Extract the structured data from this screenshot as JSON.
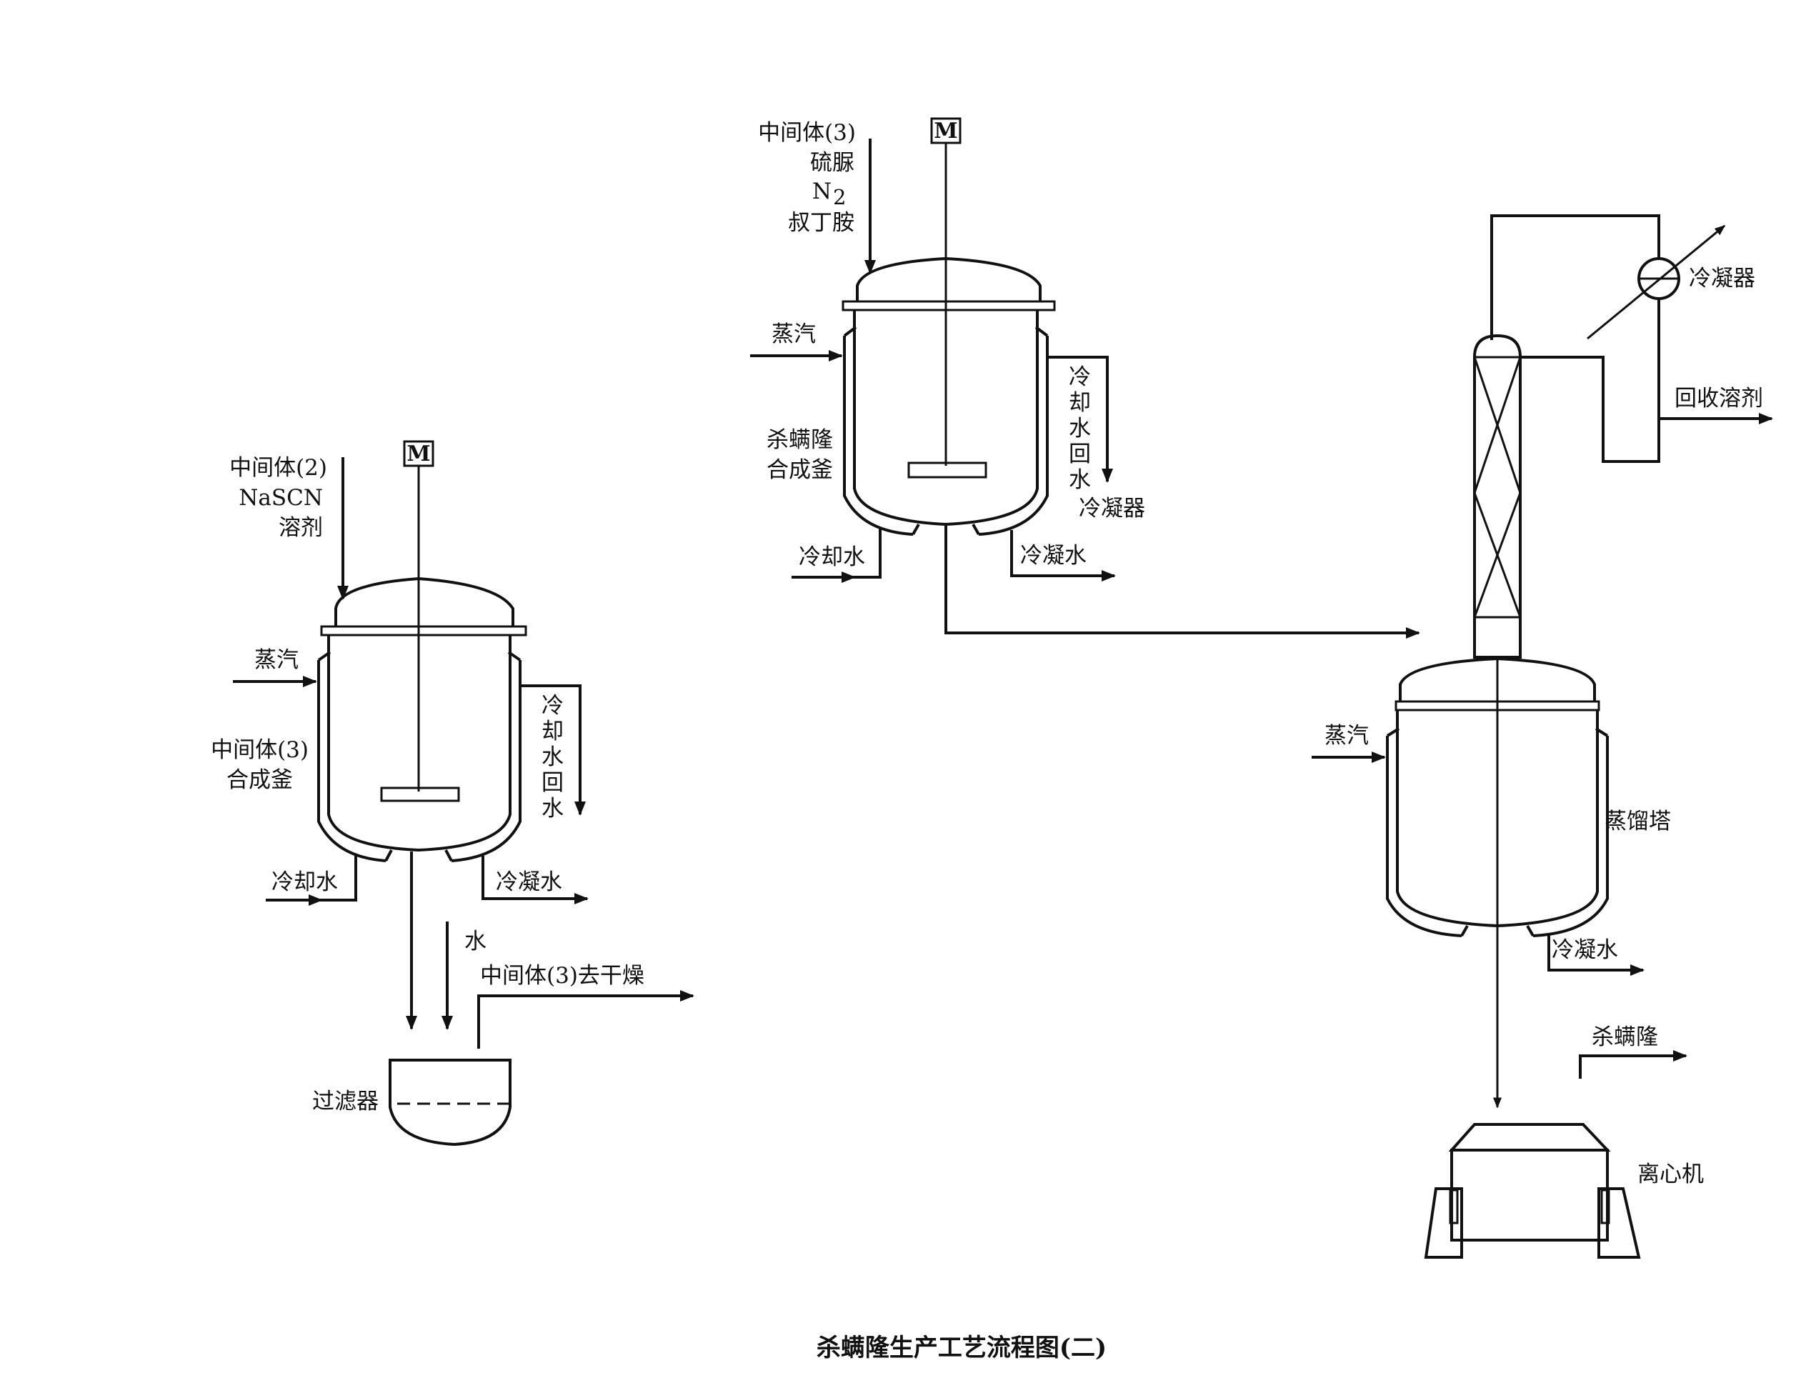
{
  "caption": "杀螨隆生产工艺流程图(二)",
  "motor_symbol": "M",
  "reactor_left": {
    "feed_line1": "中间体(2)",
    "feed_line2": "NaSCN",
    "feed_line3": "溶剂",
    "steam": "蒸汽",
    "name_line1": "中间体(3)",
    "name_line2": "合成釜",
    "cooling_return": [
      "冷",
      "却",
      "水",
      "回",
      "水"
    ],
    "cooling_water": "冷却水",
    "condensate": "冷凝水",
    "water": "水",
    "product_out": "中间体(3)去干燥",
    "filter": "过滤器"
  },
  "reactor_mid": {
    "feed_line1": "中间体(3)",
    "feed_line2": "硫脲",
    "feed_line3_base": "N",
    "feed_line3_sub": "2",
    "feed_line4": "叔丁胺",
    "steam": "蒸汽",
    "name_line1": "杀螨隆",
    "name_line2": "合成釜",
    "cooling_return": [
      "冷",
      "却",
      "水",
      "回",
      "水"
    ],
    "condenser": "冷凝器",
    "cooling_water": "冷却水",
    "condensate": "冷凝水"
  },
  "distillation": {
    "condenser": "冷凝器",
    "recovered_solvent": "回收溶剂",
    "steam": "蒸汽",
    "tower": "蒸馏塔",
    "condensate": "冷凝水",
    "product": "杀螨隆",
    "centrifuge": "离心机"
  }
}
